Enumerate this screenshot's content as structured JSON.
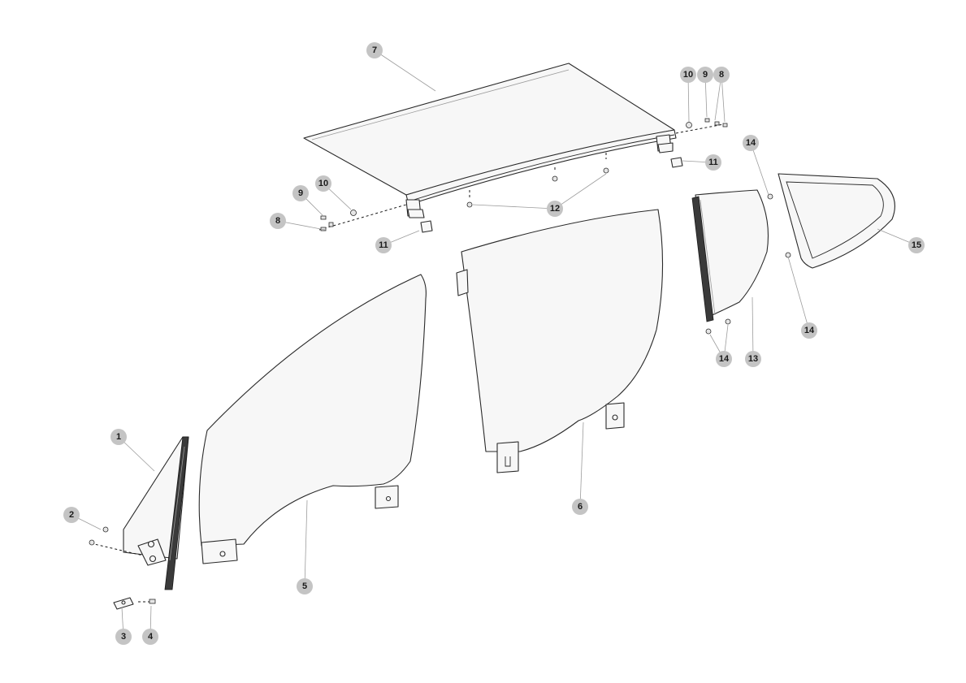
{
  "diagram": {
    "parts": [
      {
        "id": "front-door-quarter-glass",
        "callout": "1"
      },
      {
        "id": "fastener-nut",
        "callout": "2"
      },
      {
        "id": "bracket",
        "callout": "3"
      },
      {
        "id": "screw",
        "callout": "4"
      },
      {
        "id": "front-door-window-glass",
        "callout": "5"
      },
      {
        "id": "rear-door-window-glass",
        "callout": "6"
      },
      {
        "id": "sunroof-glass-panel",
        "callout": "7"
      },
      {
        "id": "clip",
        "callout": "8"
      },
      {
        "id": "pin",
        "callout": "9"
      },
      {
        "id": "washer",
        "callout": "10"
      },
      {
        "id": "spacer-block",
        "callout": "11"
      },
      {
        "id": "sunroof-bolt",
        "callout": "12"
      },
      {
        "id": "rear-door-quarter-glass",
        "callout": "13"
      },
      {
        "id": "retaining-stud",
        "callout": "14"
      },
      {
        "id": "rear-quarter-window-glass",
        "callout": "15"
      }
    ]
  },
  "colors": {
    "line": "#2a2a2a",
    "leader": "#9c9c9c",
    "callout_fill": "#c4c4c4",
    "glass_fill": "#f7f7f7",
    "background": "#ffffff"
  }
}
